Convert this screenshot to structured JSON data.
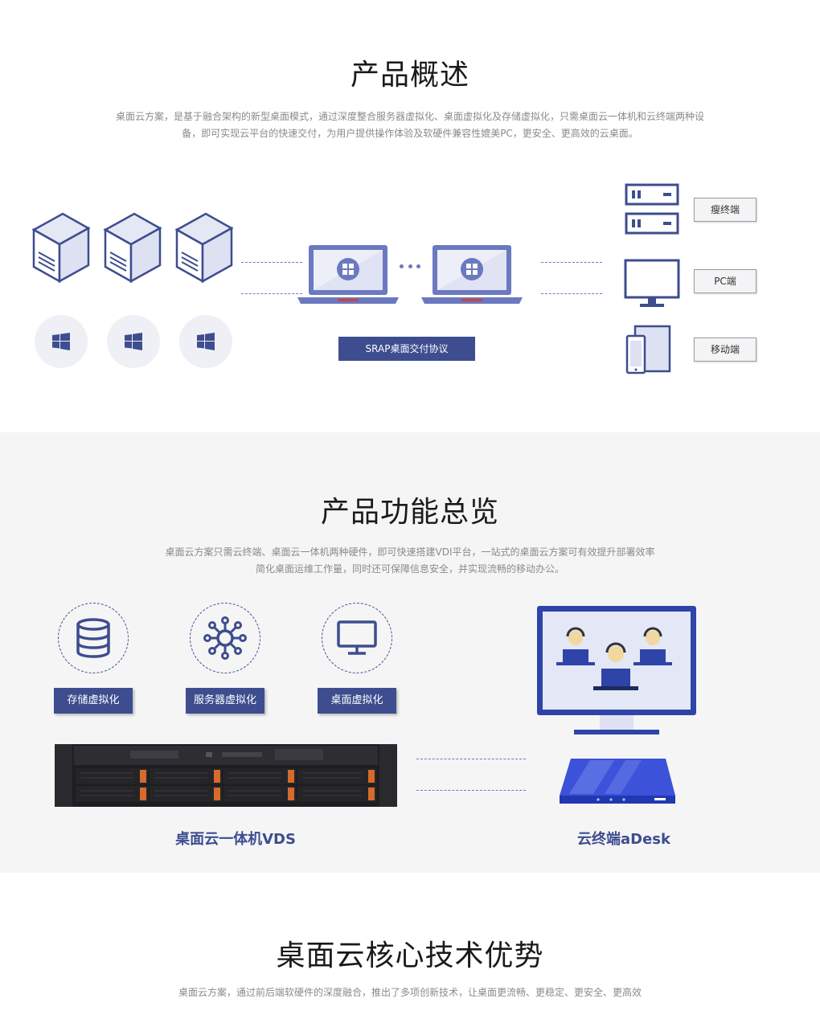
{
  "overview": {
    "title": "产品概述",
    "description": "桌面云方案，是基于融合架构的新型桌面模式，通过深度整合服务器虚拟化、桌面虚拟化及存储虚拟化，只需桌面云一体机和云终端两种设备，即可实现云平台的快速交付，为用户提供操作体验及软硬件兼容性媲美PC，更安全、更高效的云桌面。",
    "protocol_label": "SRAP桌面交付协议",
    "endpoints": [
      "瘦终端",
      "PC端",
      "移动端"
    ],
    "icons": [
      "server-icon",
      "windows-logo-icon",
      "laptop-icon",
      "thin-client-icon",
      "monitor-icon",
      "tablet-phone-icon"
    ]
  },
  "features": {
    "title": "产品功能总览",
    "description": "桌面云方案只需云终端、桌面云一体机两种硬件，即可快速搭建VDI平台，一站式的桌面云方案可有效提升部署效率简化桌面运维工作量，同时还可保障信息安全，并实现流畅的移动办公。",
    "items": [
      {
        "label": "存储虚拟化",
        "icon": "database-icon"
      },
      {
        "label": "服务器虚拟化",
        "icon": "network-hub-icon"
      },
      {
        "label": "桌面虚拟化",
        "icon": "monitor-icon"
      }
    ],
    "products": [
      "桌面云一体机VDS",
      "云终端aDesk"
    ]
  },
  "advantages": {
    "title": "桌面云核心技术优势",
    "description": "桌面云方案，通过前后端软硬件的深度融合，推出了多项创新技术，让桌面更流畅、更稳定、更安全、更高效"
  },
  "colors": {
    "brand": "#3d4d8f",
    "accent": "#6b79bf",
    "light": "#dde1f2"
  }
}
